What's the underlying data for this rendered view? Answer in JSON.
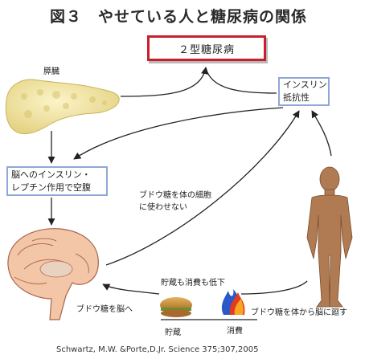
{
  "title": "図３　やせている人と糖尿病の関係",
  "nodes": {
    "type2_diabetes": "２型糖尿病",
    "insulin_resistance": [
      "インスリン",
      "抵抗性"
    ],
    "brain_hunger": [
      "脳へのインスリン・",
      "レプチン作用で空腹"
    ]
  },
  "labels": {
    "pancreas": "膵臓",
    "glucose_not_used": [
      "ブドウ糖を体の細胞",
      "に使わせない"
    ],
    "storage_and_use_low": "貯蔵も消費も低下",
    "glucose_to_brain": "ブドウ糖を脳へ",
    "glucose_body_to_brain": "ブドウ糖を体から脳に廻す",
    "storage": "貯蔵",
    "consumption": "消費"
  },
  "citation": "Schwartz, M.W. &Porte,D.Jr. Science 375;307,2005",
  "colors": {
    "red_border": "#c8202a",
    "blue_border": "#8fa7d6",
    "body": "#b07b52"
  }
}
